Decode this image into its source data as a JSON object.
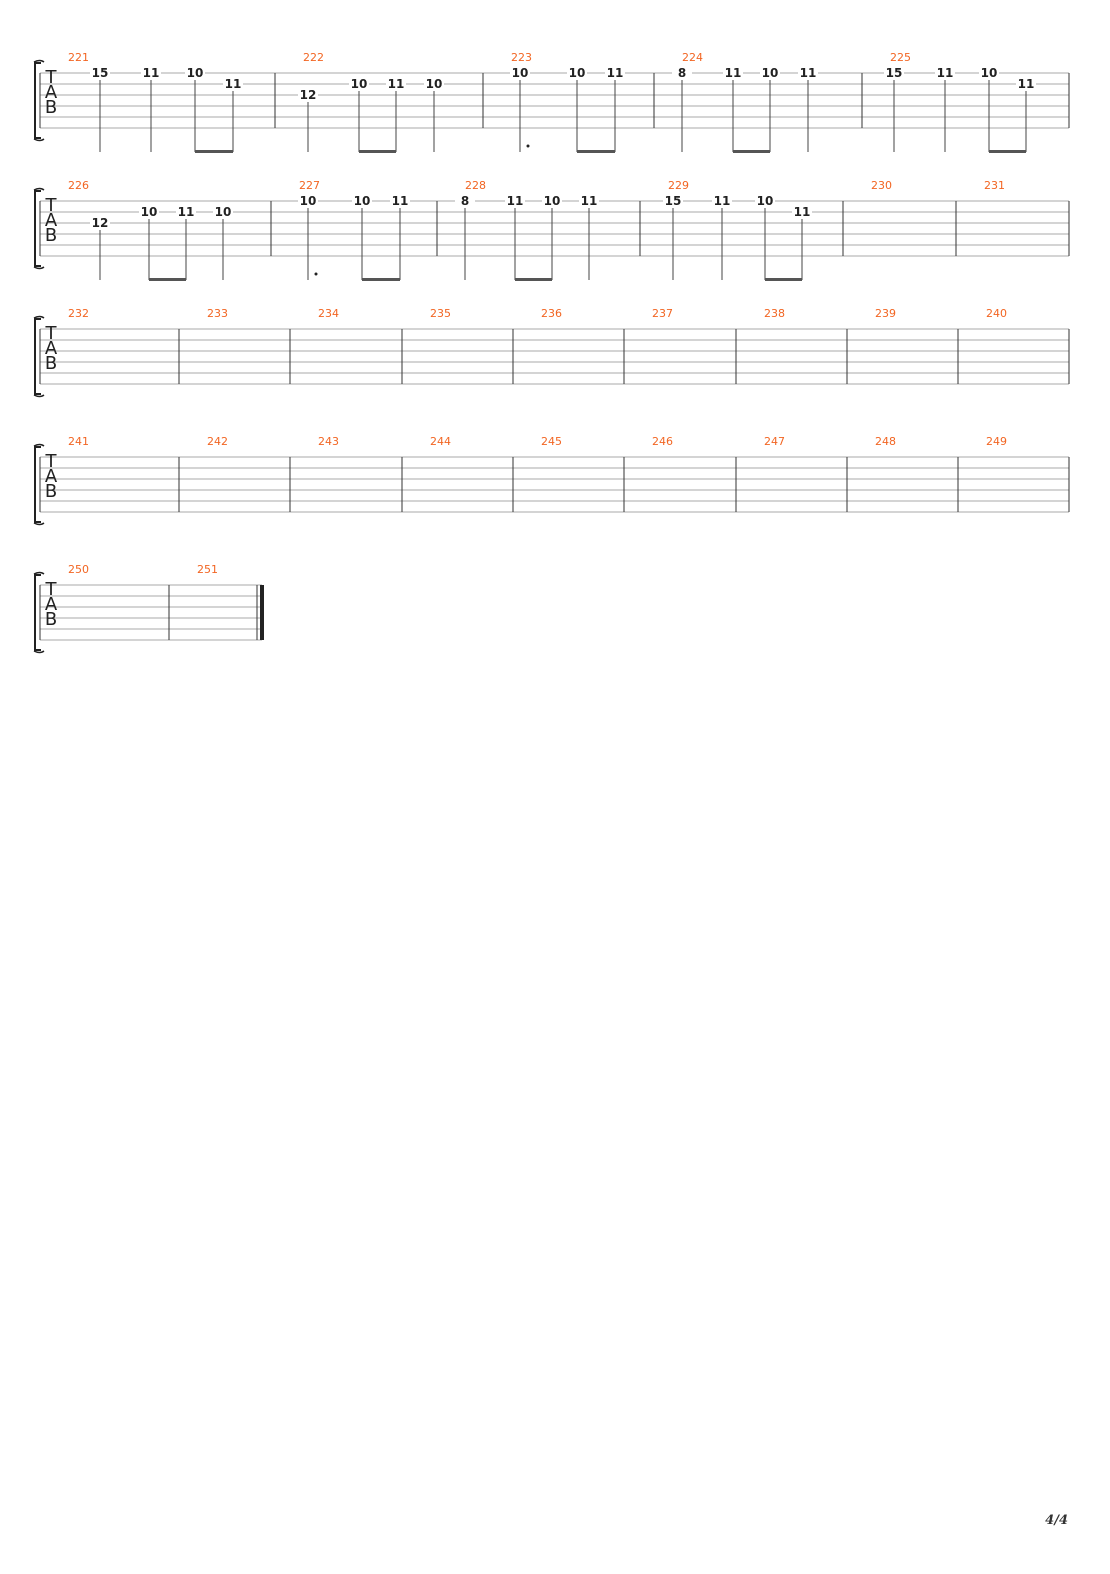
{
  "page_number": "4/4",
  "tab_label": [
    "T",
    "A",
    "B"
  ],
  "systems": [
    {
      "measures": [
        {
          "number": "221",
          "notes": [
            {
              "fret": "15",
              "string": 1
            },
            {
              "fret": "11",
              "string": 1
            },
            {
              "fret": "10",
              "string": 1,
              "beam": "start"
            },
            {
              "fret": "11",
              "string": 2,
              "beam": "end"
            }
          ]
        },
        {
          "number": "222",
          "notes": [
            {
              "fret": "12",
              "string": 3
            },
            {
              "fret": "10",
              "string": 2,
              "beam": "start"
            },
            {
              "fret": "11",
              "string": 2,
              "beam": "end"
            },
            {
              "fret": "10",
              "string": 2
            }
          ]
        },
        {
          "number": "223",
          "notes": [
            {
              "fret": "10",
              "string": 1,
              "dotted": true
            },
            {
              "fret": "10",
              "string": 1,
              "beam": "start"
            },
            {
              "fret": "11",
              "string": 1,
              "beam": "end"
            }
          ]
        },
        {
          "number": "224",
          "notes": [
            {
              "fret": "8",
              "string": 1
            },
            {
              "fret": "11",
              "string": 1,
              "beam": "start"
            },
            {
              "fret": "10",
              "string": 1,
              "beam": "end"
            },
            {
              "fret": "11",
              "string": 1
            }
          ]
        },
        {
          "number": "225",
          "notes": [
            {
              "fret": "15",
              "string": 1
            },
            {
              "fret": "11",
              "string": 1
            },
            {
              "fret": "10",
              "string": 1,
              "beam": "start"
            },
            {
              "fret": "11",
              "string": 2,
              "beam": "end"
            }
          ]
        }
      ]
    },
    {
      "measures": [
        {
          "number": "226",
          "notes": [
            {
              "fret": "12",
              "string": 3
            },
            {
              "fret": "10",
              "string": 2,
              "beam": "start"
            },
            {
              "fret": "11",
              "string": 2,
              "beam": "end"
            },
            {
              "fret": "10",
              "string": 2
            }
          ]
        },
        {
          "number": "227",
          "notes": [
            {
              "fret": "10",
              "string": 1,
              "dotted": true
            },
            {
              "fret": "10",
              "string": 1,
              "beam": "start"
            },
            {
              "fret": "11",
              "string": 1,
              "beam": "end"
            }
          ]
        },
        {
          "number": "228",
          "notes": [
            {
              "fret": "8",
              "string": 1
            },
            {
              "fret": "11",
              "string": 1,
              "beam": "start"
            },
            {
              "fret": "10",
              "string": 1,
              "beam": "end"
            },
            {
              "fret": "11",
              "string": 1
            }
          ]
        },
        {
          "number": "229",
          "notes": [
            {
              "fret": "15",
              "string": 1
            },
            {
              "fret": "11",
              "string": 1
            },
            {
              "fret": "10",
              "string": 1,
              "beam": "start"
            },
            {
              "fret": "11",
              "string": 2,
              "beam": "end"
            }
          ]
        },
        {
          "number": "230",
          "notes": []
        },
        {
          "number": "231",
          "notes": []
        }
      ]
    },
    {
      "measures": [
        {
          "number": "232",
          "notes": []
        },
        {
          "number": "233",
          "notes": []
        },
        {
          "number": "234",
          "notes": []
        },
        {
          "number": "235",
          "notes": []
        },
        {
          "number": "236",
          "notes": []
        },
        {
          "number": "237",
          "notes": []
        },
        {
          "number": "238",
          "notes": []
        },
        {
          "number": "239",
          "notes": []
        },
        {
          "number": "240",
          "notes": []
        }
      ]
    },
    {
      "measures": [
        {
          "number": "241",
          "notes": []
        },
        {
          "number": "242",
          "notes": []
        },
        {
          "number": "243",
          "notes": []
        },
        {
          "number": "244",
          "notes": []
        },
        {
          "number": "245",
          "notes": []
        },
        {
          "number": "246",
          "notes": []
        },
        {
          "number": "247",
          "notes": []
        },
        {
          "number": "248",
          "notes": []
        },
        {
          "number": "249",
          "notes": []
        }
      ]
    },
    {
      "final_barline": true,
      "measures": [
        {
          "number": "250",
          "notes": []
        },
        {
          "number": "251",
          "notes": []
        }
      ]
    }
  ]
}
